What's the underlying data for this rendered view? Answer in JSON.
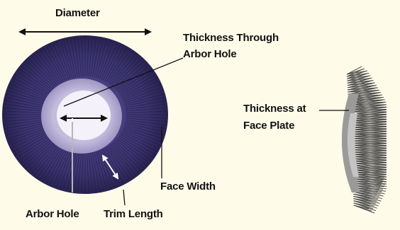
{
  "labels": {
    "diameter": "Diameter",
    "thickness_through_line1": "Thickness Through",
    "thickness_through_line2": "Arbor Hole",
    "thickness_face_line1": "Thickness at",
    "thickness_face_line2": "Face Plate",
    "face_width": "Face Width",
    "arbor_hole": "Arbor Hole",
    "trim_length": "Trim Length"
  },
  "colors": {
    "background": "#fffbe9",
    "bristles": "#3b3470",
    "bristles_dark": "#1e1a40",
    "hub": "#b6aed4",
    "arbor_hole": "#f4f1fa",
    "wire": "#4d4d4d",
    "arrow": "#111111",
    "trim_arrow": "#ffffff"
  }
}
